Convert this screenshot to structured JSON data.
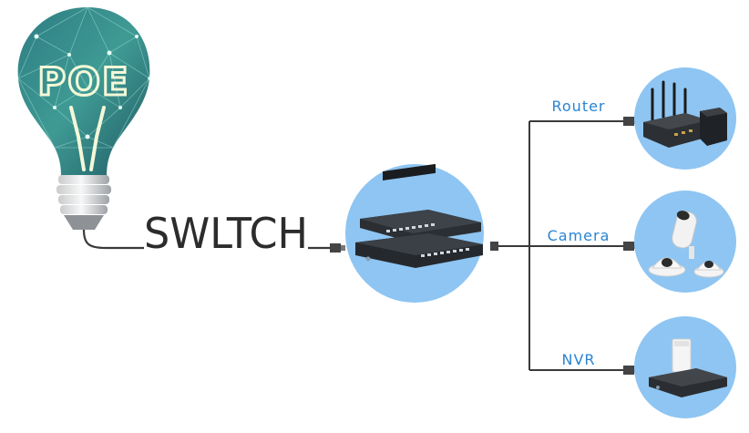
{
  "bulb": {
    "text": "POE"
  },
  "cable": {
    "text": "SWLTCH"
  },
  "hub": {
    "name": "poe-switch"
  },
  "devices": [
    {
      "id": "router",
      "label": "Router"
    },
    {
      "id": "camera",
      "label": "Camera"
    },
    {
      "id": "nvr",
      "label": "NVR"
    }
  ],
  "colors": {
    "circle": "#8ec5f2",
    "label": "#2a84d2",
    "line": "#3a3a3a",
    "bulb_dark": "#1f5963",
    "bulb_light": "#79c6bd",
    "glow": "#f3f8d8"
  }
}
